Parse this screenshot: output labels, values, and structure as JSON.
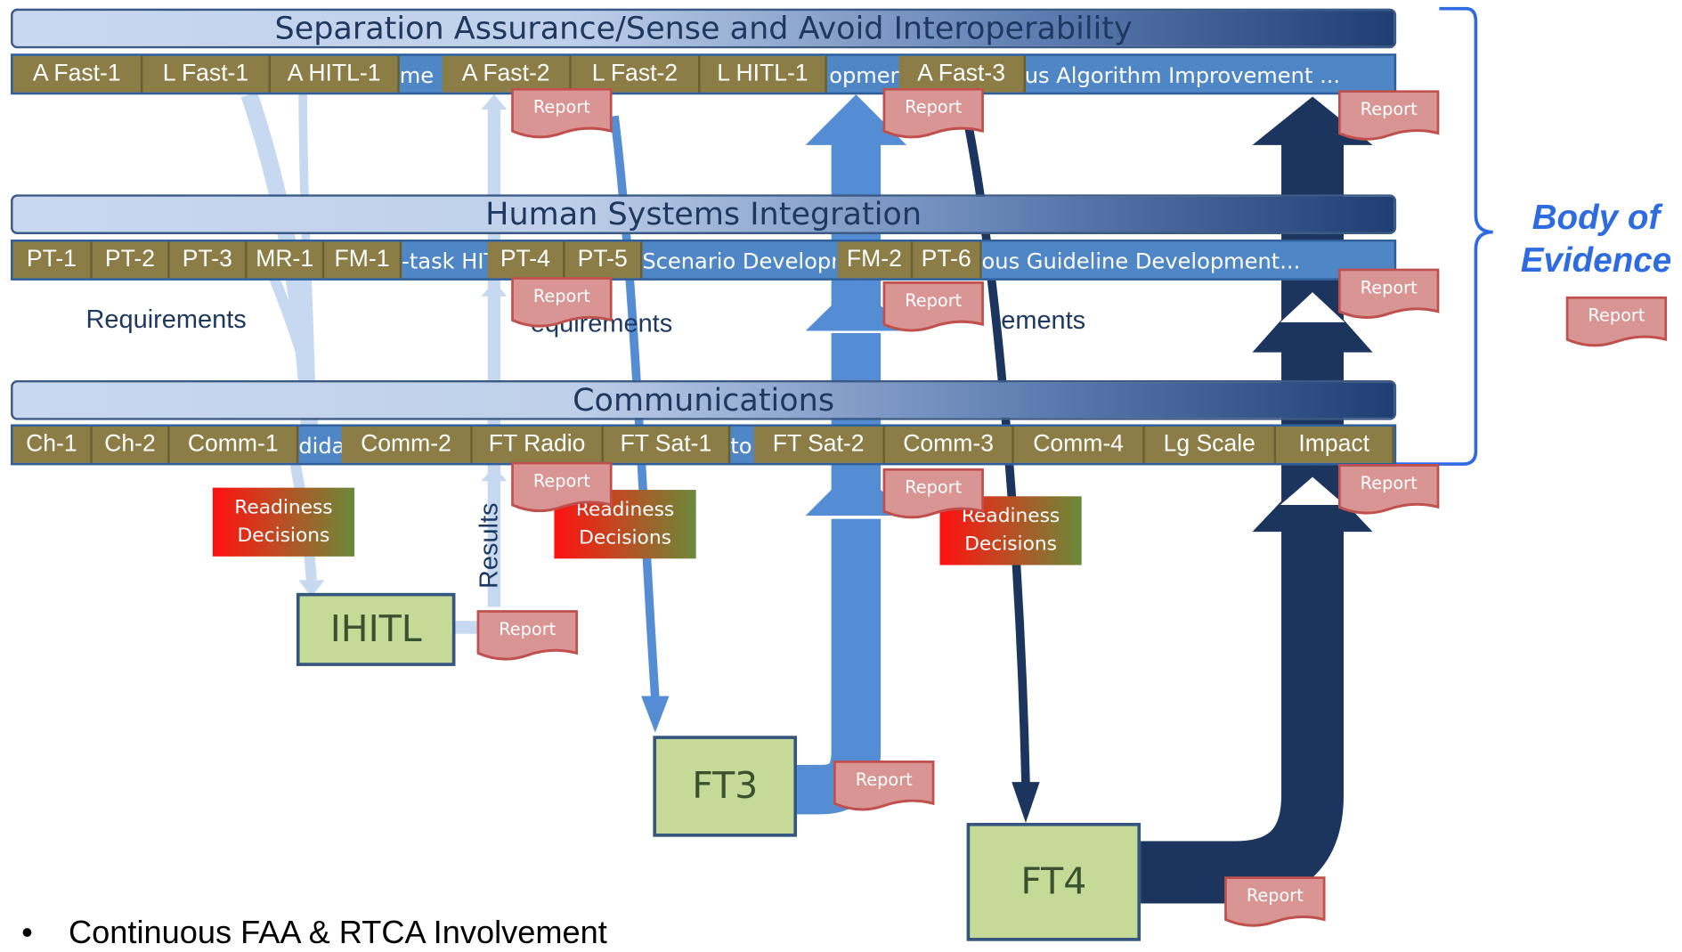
{
  "bands": [
    {
      "title": "Separation Assurance/Sense and Avoid Interoperability",
      "segments": [
        "A Fast-1",
        "L Fast-1",
        "A HITL-1",
        "A Fast-2",
        "L Fast-2",
        "L HITL-1",
        "A Fast-3"
      ],
      "background_fragments": [
        "me",
        "opmen",
        "us Algorithm Improvement ..."
      ]
    },
    {
      "title": "Human Systems Integration",
      "segments": [
        "PT-1",
        "PT-2",
        "PT-3",
        "MR-1",
        "FM-1",
        "PT-4",
        "PT-5",
        "FM-2",
        "PT-6"
      ],
      "background_fragments": [
        "-task HIT",
        "Scenario Developr",
        "ous Guideline  Development..."
      ]
    },
    {
      "title": "Communications",
      "segments": [
        "Ch-1",
        "Ch-2",
        "Comm-1",
        "Comm-2",
        "FT Radio",
        "FT Sat-1",
        "FT Sat-2",
        "Comm-3",
        "Comm-4",
        "Lg Scale",
        "Impact"
      ],
      "background_fragments": [
        "dida",
        "to"
      ]
    }
  ],
  "report_label": "Report",
  "readiness_label": [
    "Readiness",
    "Decisions"
  ],
  "labels": {
    "requirements": "Requirements",
    "requirements_partial_1": "equirements",
    "requirements_partial_2": "ements",
    "results": "Results"
  },
  "boxes": {
    "ihitl": "IHITL",
    "ft3": "FT3",
    "ft4": "FT4"
  },
  "body_of_evidence": [
    "Body of",
    "Evidence"
  ],
  "bullet": "Continuous FAA & RTCA Involvement",
  "colors": {
    "light_arrow": "#c6d9f1",
    "mid_arrow": "#548dd4",
    "dark_arrow": "#1c355e",
    "brace": "#2e6be0",
    "report_fill": "#d99594",
    "report_border": "#c0504d",
    "segment": "#8c7d47",
    "test_box": "#c5da97"
  }
}
